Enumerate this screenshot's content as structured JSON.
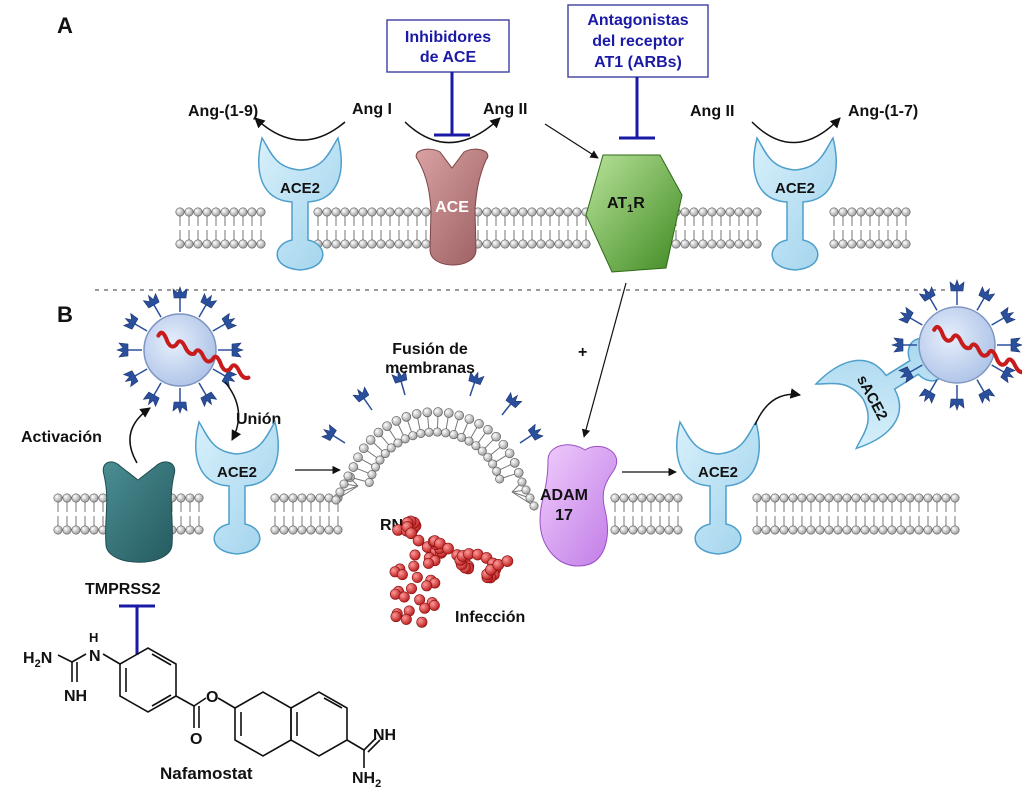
{
  "panels": {
    "a": "A",
    "b": "B"
  },
  "colors": {
    "inhibit": "#1a1aa6",
    "ace2_fill": "#bfe3f5",
    "ace2_stroke": "#4f9fcb",
    "ace_fill": "#b8787a",
    "at1r_fill": "#5ea33a",
    "tmprss2_fill": "#2e6e73",
    "adam17_fill": "#d79cf2",
    "virus_fill": "#c7d8f3",
    "rna_fill": "#d92a2a",
    "spike": "#2a4f9c"
  },
  "panel_a": {
    "ace_inhibitors": {
      "line1": "Inhibidores",
      "line2": "de ACE"
    },
    "arb_box": {
      "line1": "Antagonistas",
      "line2": "del receptor",
      "line3": "AT1 (ARBs)"
    },
    "ang_1_9": "Ang-(1-9)",
    "ang_i": "Ang I",
    "ang_ii_left": "Ang II",
    "ang_ii_right": "Ang II",
    "ang_1_7": "Ang-(1-7)",
    "ace2_left": "ACE2",
    "ace": "ACE",
    "at1r_main": "AT",
    "at1r_sub": "1",
    "at1r_tail": "R",
    "ace2_right": "ACE2"
  },
  "panel_b": {
    "activation": "Activación",
    "binding": "Unión",
    "ace2_left": "ACE2",
    "tmprss2": "TMPRSS2",
    "fusion": {
      "line1": "Fusión de",
      "line2": "membranas"
    },
    "plus": "+",
    "rna": "RNA",
    "infection": "Infección",
    "adam17": {
      "line1": "ADAM",
      "line2": "17"
    },
    "ace2_right": "ACE2",
    "sace2": "sACE2"
  },
  "molecule": {
    "name": "Nafamostat",
    "h2n": "H",
    "h2n_sub": "2",
    "h2n_n": "N",
    "nh_top": "H",
    "nh_top_n": "N",
    "nh_left": "NH",
    "o_carbonyl": "O",
    "o_ester": "O",
    "nh_right": "NH",
    "nh2_right": "NH",
    "nh2_sub": "2"
  }
}
